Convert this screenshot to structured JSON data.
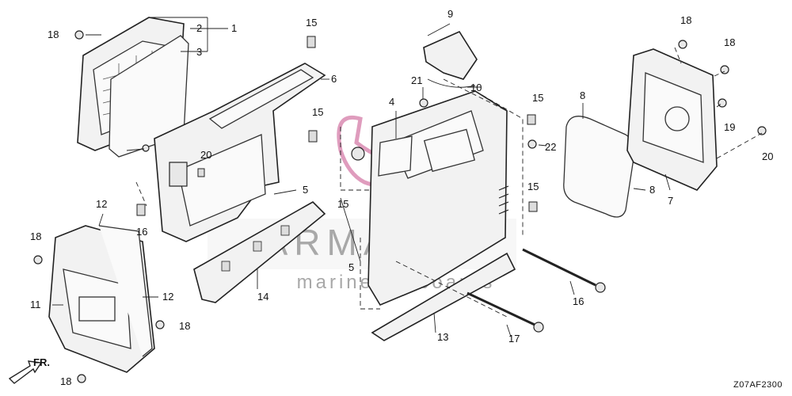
{
  "diagram_code": "Z07AF2300",
  "front_arrow_label": "FR.",
  "watermark": {
    "brand": "ARMADA",
    "tagline": "marine outboards"
  },
  "callouts": [
    "1",
    "2",
    "3",
    "4",
    "5",
    "5",
    "6",
    "7",
    "8",
    "8",
    "9",
    "10",
    "11",
    "12",
    "12",
    "13",
    "14",
    "15",
    "15",
    "15",
    "15",
    "15",
    "16",
    "16",
    "17",
    "18",
    "18",
    "18",
    "18",
    "18",
    "18",
    "19",
    "20",
    "20",
    "21",
    "22"
  ]
}
